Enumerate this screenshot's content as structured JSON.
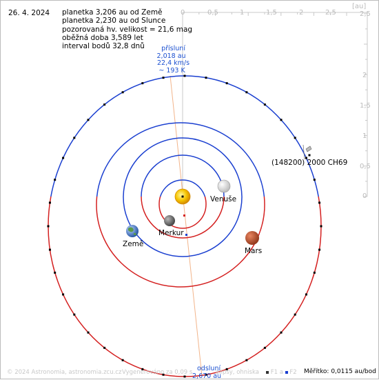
{
  "date": "26. 4. 2024",
  "info_lines": [
    "planetka 3,206 au od Země",
    "planetka 2,230 au od Slunce",
    "pozorovaná hv. velikost = 21,6 mag",
    "oběžná doba 3,589 let",
    "interval bodů 32,8 dnů"
  ],
  "x_axis_ticks": [
    "0",
    "0,5",
    "1",
    "1,5",
    "2",
    "2,5"
  ],
  "y_axis_ticks": [
    "2,5",
    "2",
    "1,5",
    "1",
    "0,5",
    "0"
  ],
  "axis_unit": "[au]",
  "perihelion": {
    "title": "přísluní",
    "distance": "2,018 au",
    "speed": "22,4 km/s",
    "temperature": "~ 193 K"
  },
  "aphelion": {
    "title": "odsluní",
    "distance": "2,670 au"
  },
  "asteroid_label": "(148200) 2000 CH69",
  "planets": {
    "venus": "Venuše",
    "mercury": "Merkur",
    "earth": "Země",
    "mars": "Mars"
  },
  "footer": {
    "copyright": "© 2024 Astronomia, astronomia.zcu.cz",
    "generated": "Vygenerováno za 0,09 s",
    "ellipses": "elipsy, ohniska",
    "f1": "F1 a",
    "f2": "F2",
    "scale": "Měřítko: 0,0115 au/bod"
  },
  "colors": {
    "asteroid_orbit_above": "#1a3fd0",
    "asteroid_orbit_below": "#d42020",
    "planet_orbit_above": "#1a3fd0",
    "planet_orbit_below": "#d42020",
    "apsis_line": "#f2b48a",
    "sun": "#f5c400",
    "mars": "#c0502a",
    "venus": "#e6e6e6",
    "mercury": "#777777",
    "earth": "#3b6ec0"
  }
}
